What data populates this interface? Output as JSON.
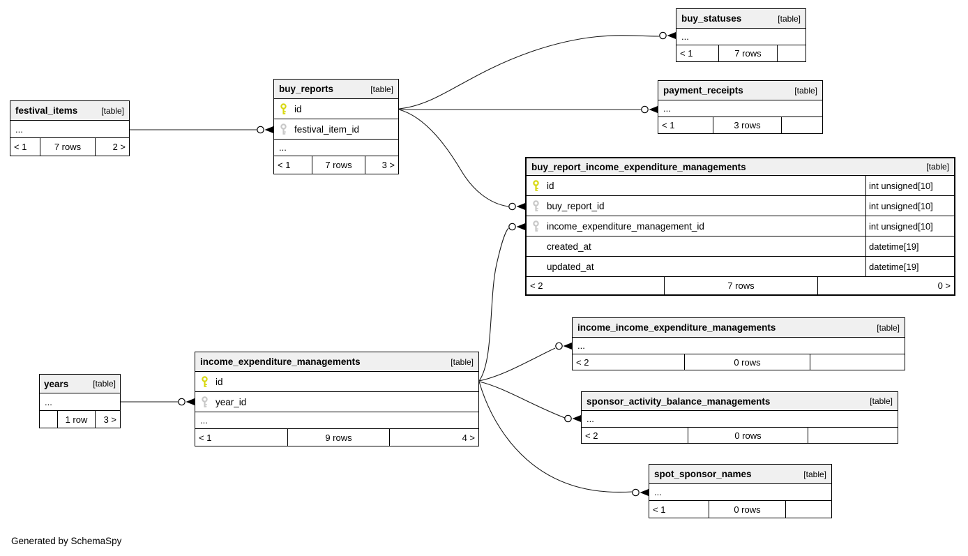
{
  "footer_note": "Generated by SchemaSpy",
  "colors": {
    "table_header_bg": "#f0f0f0",
    "primary_key": "#d8d811",
    "foreign_key": "#c8c8c8",
    "border": "#000000"
  },
  "tables": {
    "festival_items": {
      "name": "festival_items",
      "tag": "[table]",
      "ellipsis": "...",
      "footer": {
        "left": "< 1",
        "center": "7 rows",
        "right": "2 >"
      }
    },
    "buy_reports": {
      "name": "buy_reports",
      "tag": "[table]",
      "ellipsis": "...",
      "columns": [
        {
          "name": "id",
          "key": "primary"
        },
        {
          "name": "festival_item_id",
          "key": "foreign"
        }
      ],
      "footer": {
        "left": "< 1",
        "center": "7 rows",
        "right": "3 >"
      }
    },
    "buy_statuses": {
      "name": "buy_statuses",
      "tag": "[table]",
      "ellipsis": "...",
      "footer": {
        "left": "< 1",
        "center": "7 rows",
        "right": ""
      }
    },
    "payment_receipts": {
      "name": "payment_receipts",
      "tag": "[table]",
      "ellipsis": "...",
      "footer": {
        "left": "< 1",
        "center": "3 rows",
        "right": ""
      }
    },
    "buy_report_income_expenditure_managements": {
      "name": "buy_report_income_expenditure_managements",
      "tag": "[table]",
      "columns": [
        {
          "name": "id",
          "type": "int unsigned[10]",
          "key": "primary"
        },
        {
          "name": "buy_report_id",
          "type": "int unsigned[10]",
          "key": "foreign"
        },
        {
          "name": "income_expenditure_management_id",
          "type": "int unsigned[10]",
          "key": "foreign"
        },
        {
          "name": "created_at",
          "type": "datetime[19]",
          "key": "none"
        },
        {
          "name": "updated_at",
          "type": "datetime[19]",
          "key": "none"
        }
      ],
      "footer": {
        "left": "< 2",
        "center": "7 rows",
        "right": "0 >"
      }
    },
    "income_income_expenditure_managements": {
      "name": "income_income_expenditure_managements",
      "tag": "[table]",
      "ellipsis": "...",
      "footer": {
        "left": "< 2",
        "center": "0 rows",
        "right": ""
      }
    },
    "sponsor_activity_balance_managements": {
      "name": "sponsor_activity_balance_managements",
      "tag": "[table]",
      "ellipsis": "...",
      "footer": {
        "left": "< 2",
        "center": "0 rows",
        "right": ""
      }
    },
    "spot_sponsor_names": {
      "name": "spot_sponsor_names",
      "tag": "[table]",
      "ellipsis": "...",
      "footer": {
        "left": "< 1",
        "center": "0 rows",
        "right": ""
      }
    },
    "income_expenditure_managements": {
      "name": "income_expenditure_managements",
      "tag": "[table]",
      "ellipsis": "...",
      "columns": [
        {
          "name": "id",
          "key": "primary"
        },
        {
          "name": "year_id",
          "key": "foreign"
        }
      ],
      "footer": {
        "left": "< 1",
        "center": "9 rows",
        "right": "4 >"
      }
    },
    "years": {
      "name": "years",
      "tag": "[table]",
      "ellipsis": "...",
      "footer": {
        "left": "",
        "center": "1 row",
        "right": "3 >"
      }
    }
  }
}
